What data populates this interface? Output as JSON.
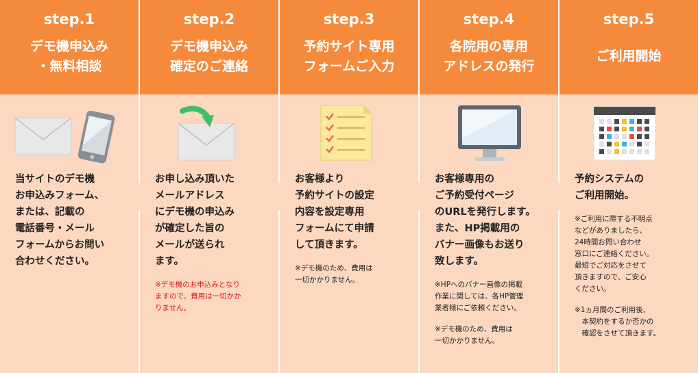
{
  "steps": [
    {
      "num": "step.1",
      "title": "デモ機申込み\n・無料相談",
      "body": "当サイトのデモ機\nお申込みフォーム、\nまたは、記載の\n電話番号・メール\nフォームからお問い\n合わせください。",
      "notes": []
    },
    {
      "num": "step.2",
      "title": "デモ機申込み\n確定のご連絡",
      "body": "お申し込み頂いた\nメールアドレス\nにデモ機の申込み\nが確定した旨の\nメールが送られ\nます。",
      "notes": [
        {
          "text": "※デモ機のお申込みとなり\nますので、費用は一切かか\nりません。",
          "red": true
        }
      ]
    },
    {
      "num": "step.3",
      "title": "予約サイト専用\nフォームご入力",
      "body": "お客様より\n予約サイトの設定\n内容を設定専用\nフォームにて申請\nして頂きます。",
      "notes": [
        {
          "text": "※デモ機のため、費用は\n一切かかりません。",
          "red": false
        }
      ]
    },
    {
      "num": "step.4",
      "title": "各院用の専用\nアドレスの発行",
      "body": "お客様専用の\nご予約受付ページ\nのURLを発行します。\nまた、HP掲載用の\nバナー画像もお送り\n致します。",
      "notes": [
        {
          "text": "※HPへのバナー画像の掲載\n作業に関しては、各HP管理\n業者様にご依頼ください。",
          "red": false
        },
        {
          "text": "※デモ機のため、費用は\n一切かかりません。",
          "red": false
        }
      ]
    },
    {
      "num": "step.5",
      "title": "ご利用開始",
      "body": "予約システムの\nご利用開始。",
      "notes": [
        {
          "text": "※ご利用に際する不明点\nなどがありましたら、\n24時間お問い合わせ\n窓口にご連絡ください。\n最短でご対応をさせて\n頂きますので、ご安心\nください。",
          "red": false
        },
        {
          "text": "※1ヵ月間のご利用後、\n　本契約をするか否かの\n　確認をさせて頂きます。",
          "red": false
        }
      ]
    }
  ],
  "icons": [
    "mail-and-phone-icon",
    "mail-with-arrow-icon",
    "checklist-icon",
    "monitor-icon",
    "calendar-icon"
  ],
  "colors": {
    "header": "#f58a3c",
    "panel": "#fcd8c1",
    "accent_red": "#d9161b"
  }
}
